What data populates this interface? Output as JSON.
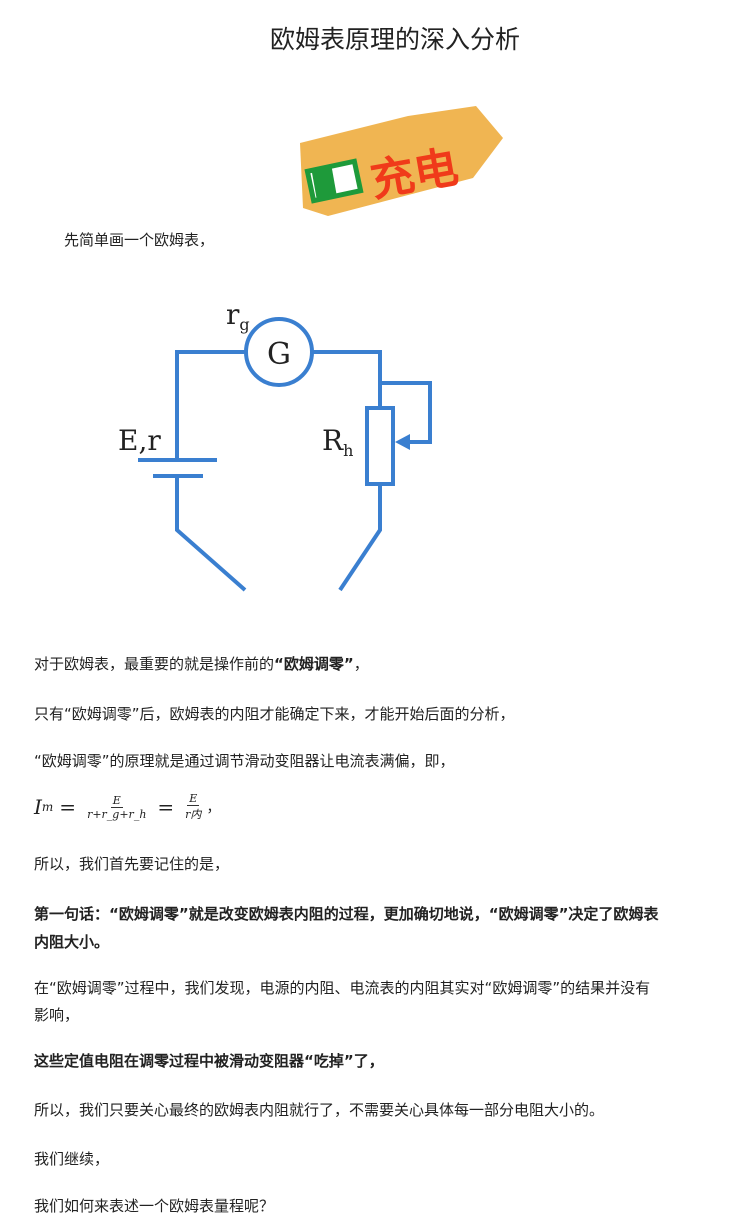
{
  "title": "欧姆表原理的深入分析",
  "sticker": {
    "text": "充电",
    "colors": {
      "bg": "#f0b552",
      "text": "#f03a1a",
      "battery": "#1e9a3a"
    }
  },
  "intro": "先简单画一个欧姆表，",
  "circuit": {
    "labels": {
      "galvanometer": "G",
      "rg": "r",
      "rg_sub": "g",
      "battery": "E,r",
      "rh": "R",
      "rh_sub": "h"
    },
    "wire_color": "#3a7fd0"
  },
  "paragraphs": {
    "p1_pre": "对于欧姆表，最重要的就是操作前的",
    "p1_bold": "“欧姆调零”",
    "p1_post": "，",
    "p2": "只有“欧姆调零”后，欧姆表的内阻才能确定下来，才能开始后面的分析，",
    "p3": "“欧姆调零”的原理就是通过调节滑动变阻器让电流表满偏，即，",
    "p4": "所以，我们首先要记住的是，",
    "p5_line1": "第一句话：“欧姆调零”就是改变欧姆表内阻的过程，更加确切地说，“欧姆调零”决定了欧姆表",
    "p5_line2": "内阻大小。",
    "p6_line1": "在“欧姆调零”过程中，我们发现，电源的内阻、电流表的内阻其实对“欧姆调零”的结果并没有",
    "p6_line2": "影响，",
    "p7": "这些定值电阻在调零过程中被滑动变阻器“吃掉”了，",
    "p8": "所以，我们只要关心最终的欧姆表内阻就行了，不需要关心具体每一部分电阻大小的。",
    "p9": "我们继续，",
    "p10": "我们如何来表述一个欧姆表量程呢？"
  },
  "formula": {
    "lhs": "I",
    "lhs_sub": "m",
    "eq": "=",
    "num1": "E",
    "den1": "r+r_g+r_h",
    "num2": "E",
    "den2": "r内",
    "tail": "，"
  }
}
